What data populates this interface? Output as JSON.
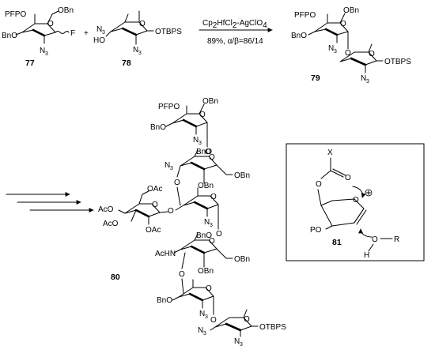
{
  "labels": {
    "pfpo": "PFPO",
    "obn": "OBn",
    "bno": "BnO",
    "n3": "N",
    "n3_sub": "3",
    "ho": "HO",
    "otbps": "OTBPS",
    "f": "F",
    "plus": "+",
    "aco": "AcO",
    "oac": "OAc",
    "achn": "AcHN",
    "po": "PO",
    "x": "X",
    "o": "O",
    "h": "H",
    "r": "R",
    "oplus": "O"
  },
  "compounds": {
    "c77": "77",
    "c78": "78",
    "c79": "79",
    "c80": "80",
    "c81": "81"
  },
  "reaction": {
    "reagent_main": "Cp",
    "reagent_sub1": "2",
    "reagent_mid": "HfCl",
    "reagent_sub2": "2",
    "reagent_tail": "-AgClO",
    "reagent_sub3": "4",
    "conditions": "89%,  α/β=86/14"
  }
}
